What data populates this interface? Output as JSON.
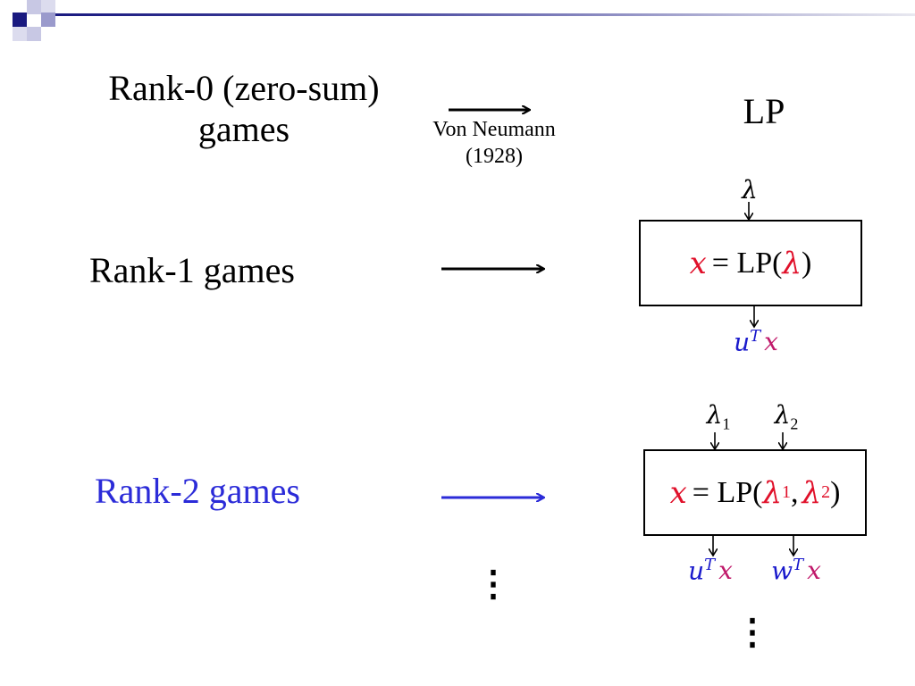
{
  "colors": {
    "header_navy": "#1a1a80",
    "header_light": "#9a9acc",
    "rank2_blue": "#2b2bd8",
    "red": "#e0102a",
    "blue": "#1a1acc",
    "magenta": "#c0186a"
  },
  "rows": {
    "rank0": {
      "line1": "Rank-0 (zero-sum)",
      "line2": "games",
      "arrow_label_1": "Von Neumann",
      "arrow_label_2": "(1928)",
      "target": "LP"
    },
    "rank1": {
      "label": "Rank-1 games"
    },
    "rank2": {
      "label": "Rank-2 games"
    }
  },
  "box1": {
    "input": "λ",
    "x": "x",
    "eq": "= LP(",
    "lam": "λ",
    "close": ")",
    "out_u": "u",
    "out_T": "T",
    "out_x": "x"
  },
  "box2": {
    "input1": "λ",
    "input1_sub": "1",
    "input2": "λ",
    "input2_sub": "2",
    "x": "x",
    "eq": "= LP(",
    "lam1": "λ",
    "lam1_sub": "1",
    "comma": ",",
    "lam2": "λ",
    "lam2_sub": "2",
    "close": ")",
    "out1_u": "u",
    "out1_T": "T",
    "out1_x": "x",
    "out2_w": "w",
    "out2_T": "T",
    "out2_x": "x"
  },
  "ellipsis": "⋮"
}
